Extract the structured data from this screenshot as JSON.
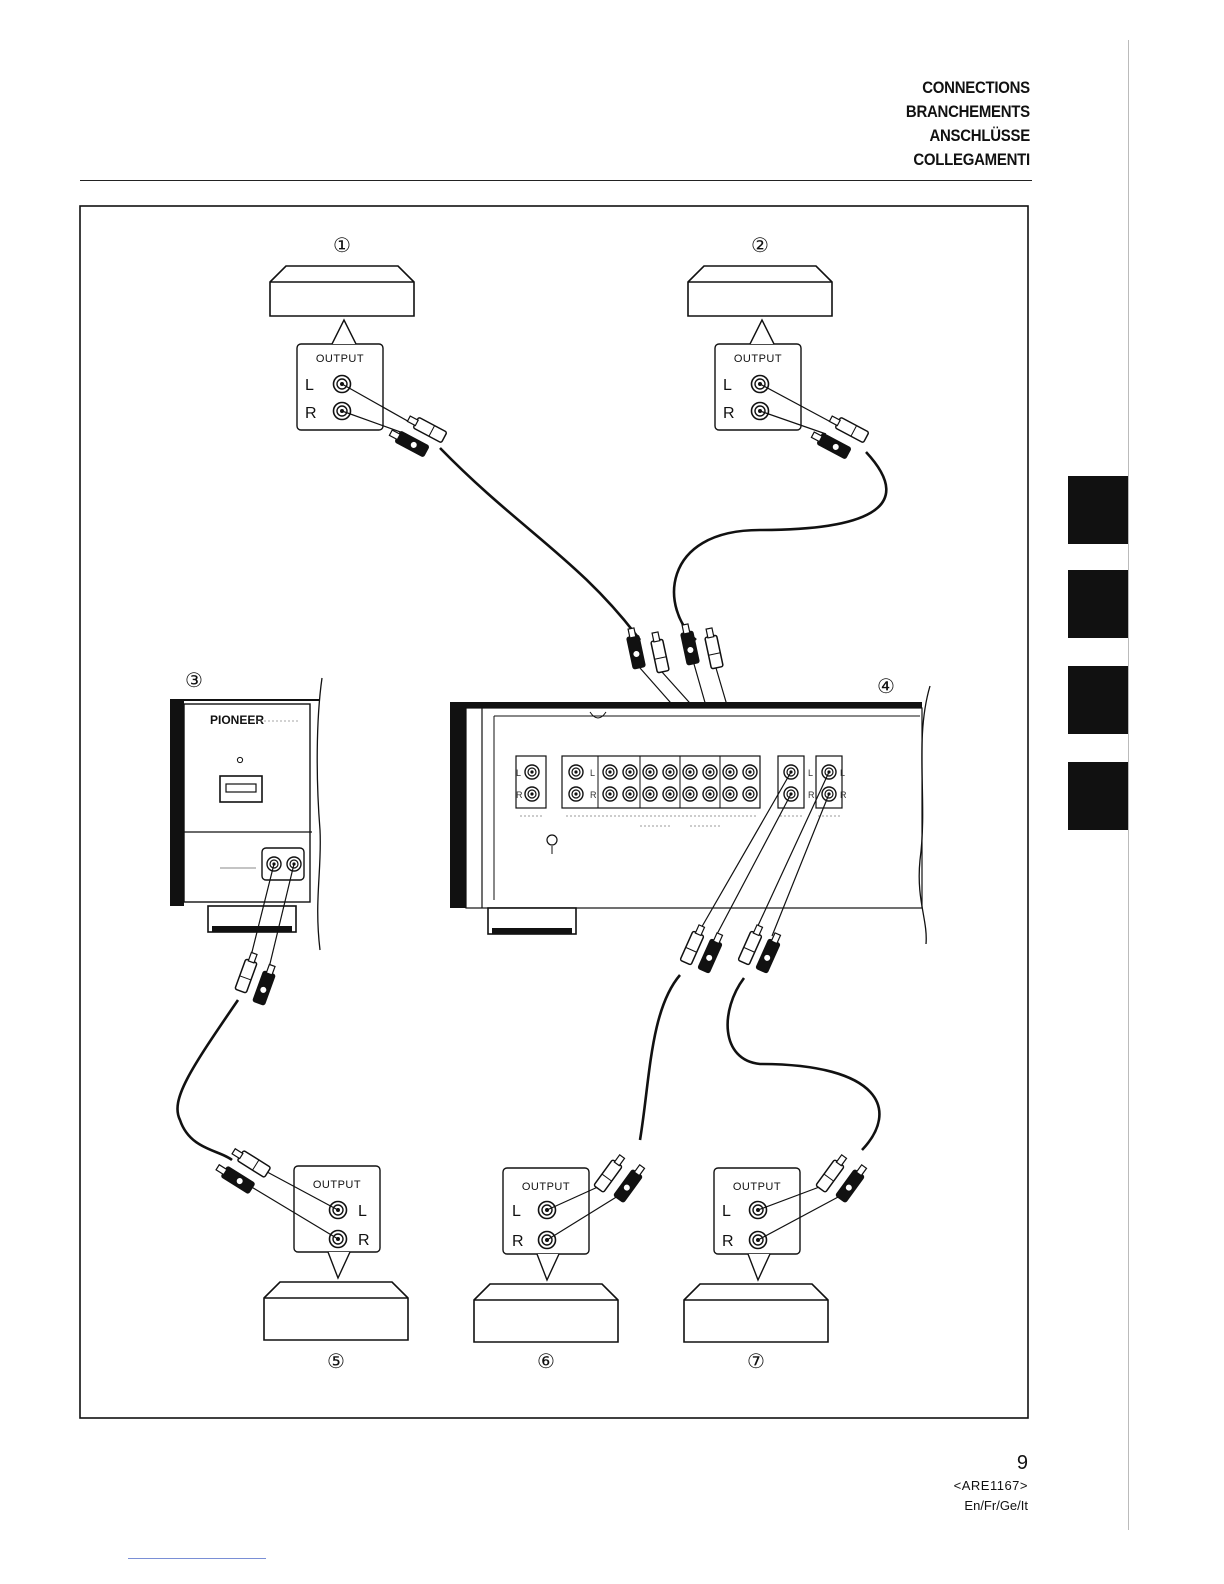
{
  "header": {
    "lines": [
      "CONNECTIONS",
      "BRANCHEMENTS",
      "ANSCHLÜSSE",
      "COLLEGAMENTI"
    ]
  },
  "diagram": {
    "markers": [
      "①",
      "②",
      "③",
      "④",
      "⑤",
      "⑥",
      "⑦"
    ],
    "output_label": "OUTPUT",
    "channel_left": "L",
    "channel_right": "R",
    "brand": "PIONEER"
  },
  "footer": {
    "page_number": "9",
    "doc_code": "<ARE1167>",
    "languages": "En/Fr/Ge/It"
  },
  "colors": {
    "ink": "#111111",
    "tab": "#111111"
  }
}
